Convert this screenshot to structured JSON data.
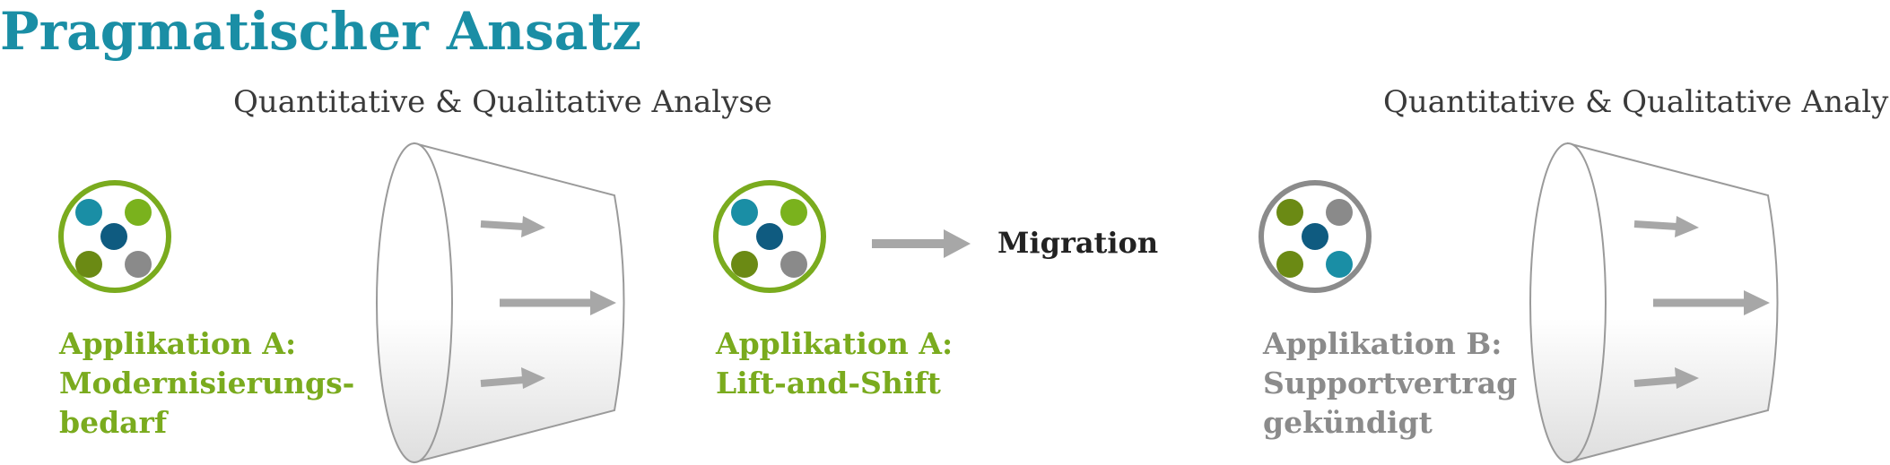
{
  "title": "Pragmatischer Ansatz",
  "analysis_label_left": "Quantitative & Qualitative Analyse",
  "analysis_label_right": "Quantitative & Qualitative Analyse",
  "app_a_modernize": {
    "line1": "Applikation A:",
    "line2": "Modernisierungs-",
    "line3": "bedarf"
  },
  "app_a_lift": {
    "line1": "Applikation A:",
    "line2": "Lift-and-Shift"
  },
  "app_b": {
    "line1": "Applikation B:",
    "line2": "Supportvertrag",
    "line3": "gekündigt"
  },
  "migration_label": "Migration",
  "colors": {
    "title": "#1a8ea5",
    "green": "#7aab1e",
    "grey": "#8b8b8b",
    "teal": "#1a8ea5",
    "dark_blue": "#0f5b80",
    "olive": "#6b8a14",
    "lime": "#7ab21d",
    "dot_grey": "#8a8a8a",
    "arrow": "#a7a7a7"
  }
}
